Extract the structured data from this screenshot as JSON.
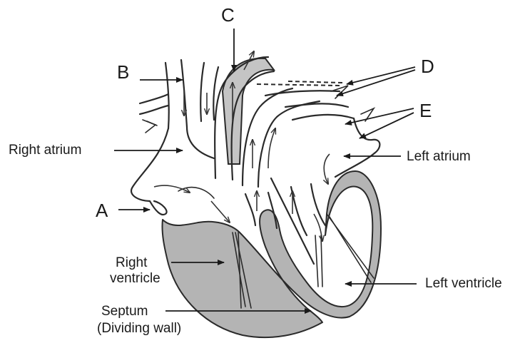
{
  "labels": {
    "A": "A",
    "B": "B",
    "C": "C",
    "D": "D",
    "E": "E",
    "right_atrium": "Right atrium",
    "left_atrium": "Left atrium",
    "right_ventricle_line1": "Right",
    "right_ventricle_line2": "ventricle",
    "left_ventricle": "Left ventricle",
    "septum_line1": "Septum",
    "septum_line2": "(Dividing wall)"
  },
  "colors": {
    "muscle": "#b4b4b4",
    "outline": "#2a2a2a",
    "background": "#ffffff"
  }
}
